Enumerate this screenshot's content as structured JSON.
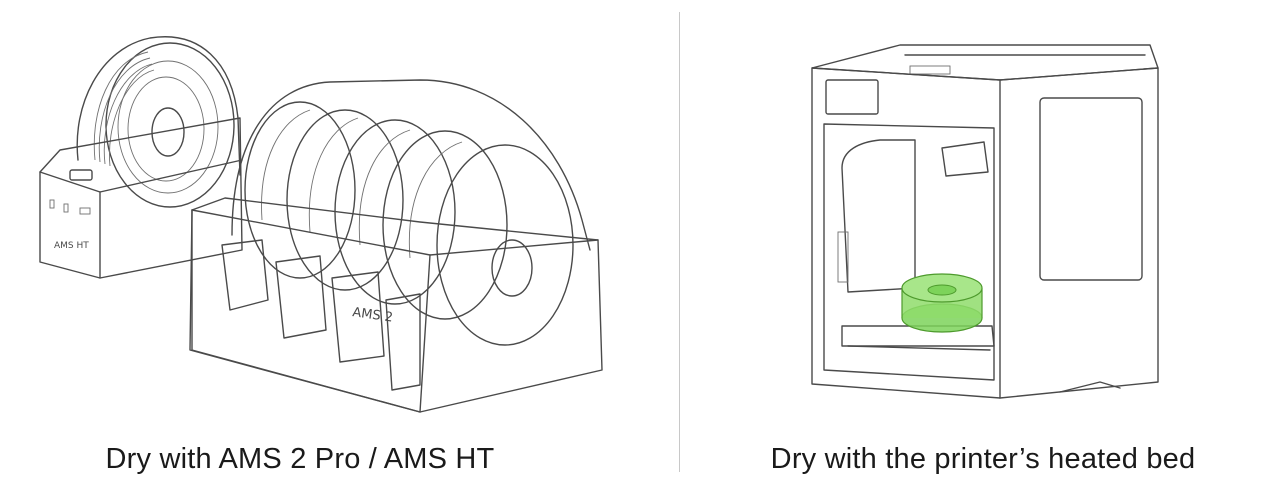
{
  "left": {
    "caption": "Dry with AMS 2 Pro / AMS HT",
    "device_label": "AMS HT",
    "front_label": "AMS 2"
  },
  "right": {
    "caption": "Dry with the printer’s heated bed"
  },
  "colors": {
    "highlight_spool": "#7dd35a",
    "line": "#4a4a4a",
    "divider": "#c8c8c8"
  }
}
